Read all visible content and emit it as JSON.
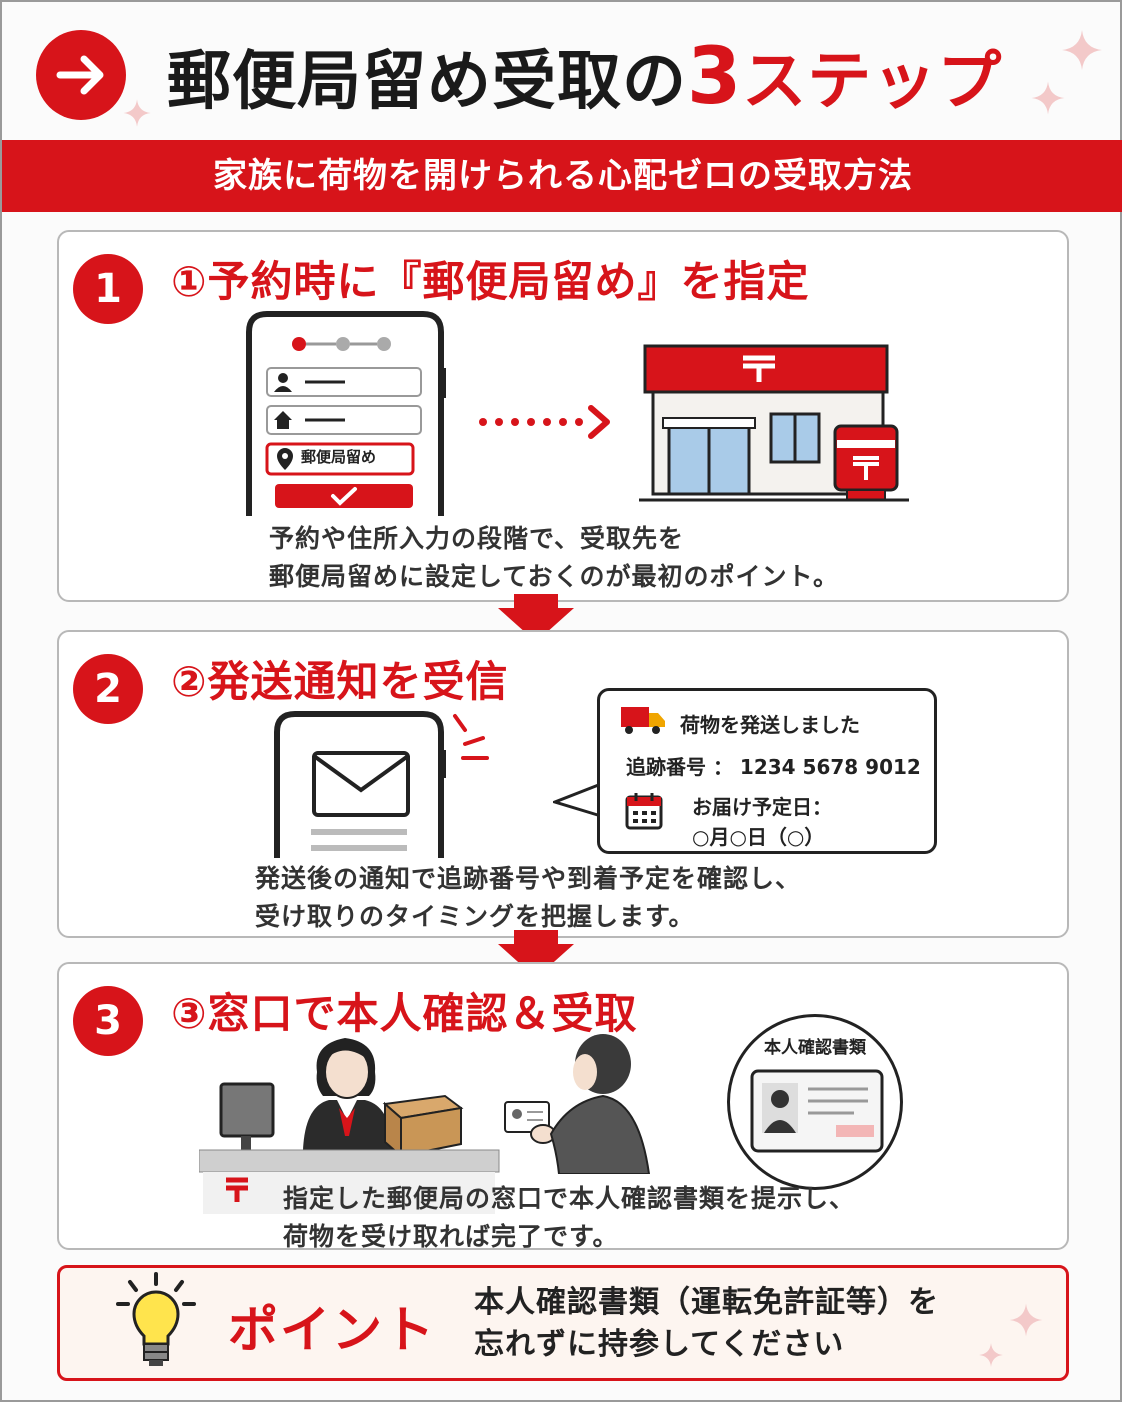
{
  "header": {
    "title_pre": "郵便局留め受取の",
    "title_num": "3",
    "title_post": "ステップ",
    "subtitle": "家族に荷物を開けられる心配ゼロの受取方法"
  },
  "steps": [
    {
      "num": "1",
      "title": "①予約時に『郵便局留め』を指定",
      "phone_field_label": "郵便局留め",
      "desc_line1": "予約や住所入力の段階で、受取先を",
      "desc_line2": "郵便局留めに設定しておくのが最初のポイント。"
    },
    {
      "num": "2",
      "title": "②発送通知を受信",
      "notice_line1": "荷物を発送しました",
      "notice_tracking": "追跡番号 ： 1234 5678 9012",
      "notice_date_label": "お届け予定日：",
      "notice_date_value": "○月○日（○）",
      "desc_line1": "発送後の通知で追跡番号や到着予定を確認し、",
      "desc_line2": "受け取りのタイミングを把握します。"
    },
    {
      "num": "3",
      "title": "③窓口で本人確認＆受取",
      "id_label": "本人確認書類",
      "desc_line1": "指定した郵便局の窓口で本人確認書類を提示し、",
      "desc_line2": "荷物を受け取れば完了です。"
    }
  ],
  "point": {
    "label": "ポイント",
    "line1": "本人確認書類（運転免許証等）を",
    "line2": "忘れずに持参してください"
  },
  "colors": {
    "accent": "#d7141a",
    "card_border": "#b8b8b8",
    "point_bg": "#fdf5f0"
  },
  "icons": [
    "arrow-right-icon",
    "sparkle-icon",
    "smartphone-icon",
    "person-icon",
    "home-icon",
    "location-pin-icon",
    "check-icon",
    "dotted-arrow-icon",
    "post-office-icon",
    "envelope-icon",
    "alert-lines-icon",
    "truck-icon",
    "calendar-icon",
    "counter-clerk-illustration",
    "customer-illustration",
    "id-card-icon",
    "lightbulb-icon",
    "down-arrow-icon",
    "postal-mark-icon"
  ]
}
